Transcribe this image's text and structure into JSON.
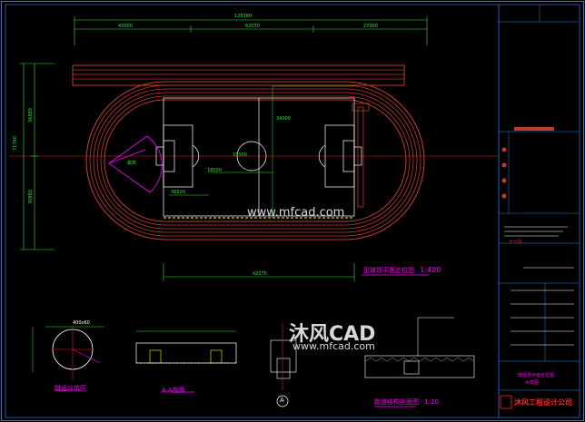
{
  "drawing": {
    "overall_dim": "128380",
    "dim_left": "43000",
    "dim_mid": "63070",
    "dim_right": "27000",
    "bottom_dim": "42075",
    "left_height": "71760",
    "left_upper": "36880",
    "left_lower": "36880",
    "half_width": "34000",
    "mid_label_a": "15500",
    "mid_label_b": "18000",
    "mid_label_c": "36500",
    "arc_label": "跳高",
    "view1_title": "足球场平面定位图",
    "view1_scale": "1:400",
    "view2_title": "跳远沙坑区",
    "view3_title": "A-A剖面",
    "view4_title": "跑道结构剖面图",
    "view4_scale": "1:10",
    "detail_marker": "A",
    "detail_dim": "400x60"
  },
  "title_block": {
    "stamp": "十六队",
    "drawing_name": "田径场平面定位图",
    "drawing_sub": "大样图",
    "company": "沐风工程设计公司"
  },
  "watermark": {
    "brand": "沐风CAD",
    "url": "www.mfcad.com"
  },
  "colors": {
    "background": "#000000",
    "track": "#c0392b",
    "frame": "#2a7fd4",
    "lines": "#ffffff",
    "centerline": "#ff2020",
    "dimension": "#2ee02e",
    "annotation": "#ff00ff",
    "highlight": "#ffff00"
  }
}
